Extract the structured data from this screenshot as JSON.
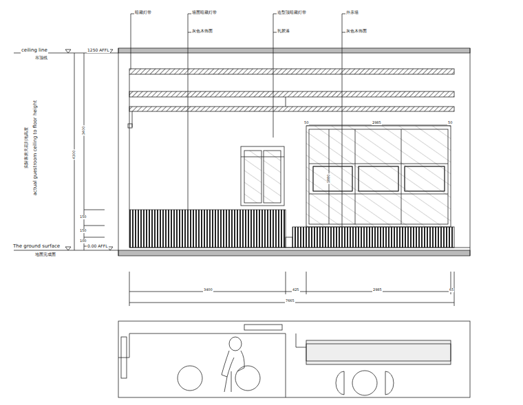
{
  "diagram": {
    "labels": [
      "暗藏灯带",
      "墙面暗藏灯带",
      "造型顶暗藏灯带",
      "外亲墙",
      "灰色木饰面",
      "乳胶漆",
      "灰色木饰面",
      "ceiling line",
      "1250 AFFL",
      "吊顶线",
      "actual guestroom ceiling to floor height",
      "实际客房天花到地高度",
      "The ground surface",
      "0.00 AFFL",
      "地面完成面",
      "4300",
      "3400",
      "150",
      "150",
      "100",
      "2985",
      "1880",
      "50",
      "50",
      "3400",
      "425",
      "2985",
      "65",
      "7665"
    ]
  }
}
